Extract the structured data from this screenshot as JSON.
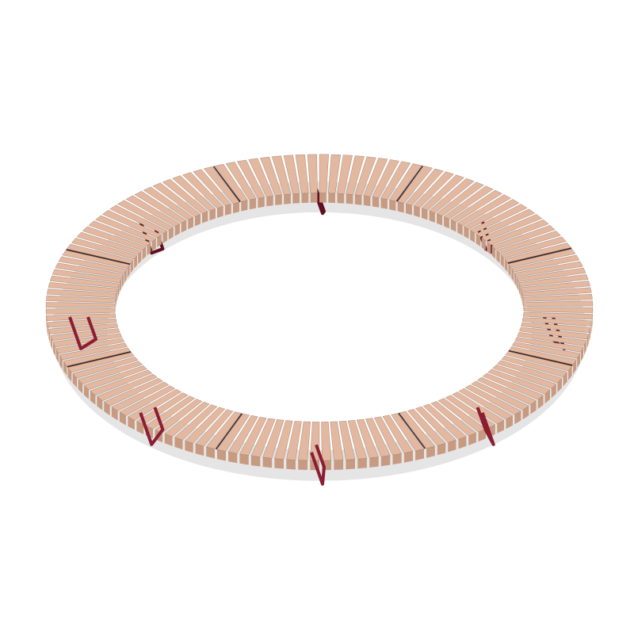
{
  "scene": {
    "subject": "circular-slatted-bench",
    "background_color": "#ffffff",
    "segment_count": 8,
    "slats_per_segment": 18,
    "colors": {
      "slat_top": "#e2b8a0",
      "slat_side": "#c79a82",
      "slat_gap": "#8f6b5a",
      "frame": "#8b1e33",
      "frame_dark": "#5e1022",
      "shadow": "#cfcfcf",
      "seam": "#3a2a2a"
    }
  }
}
